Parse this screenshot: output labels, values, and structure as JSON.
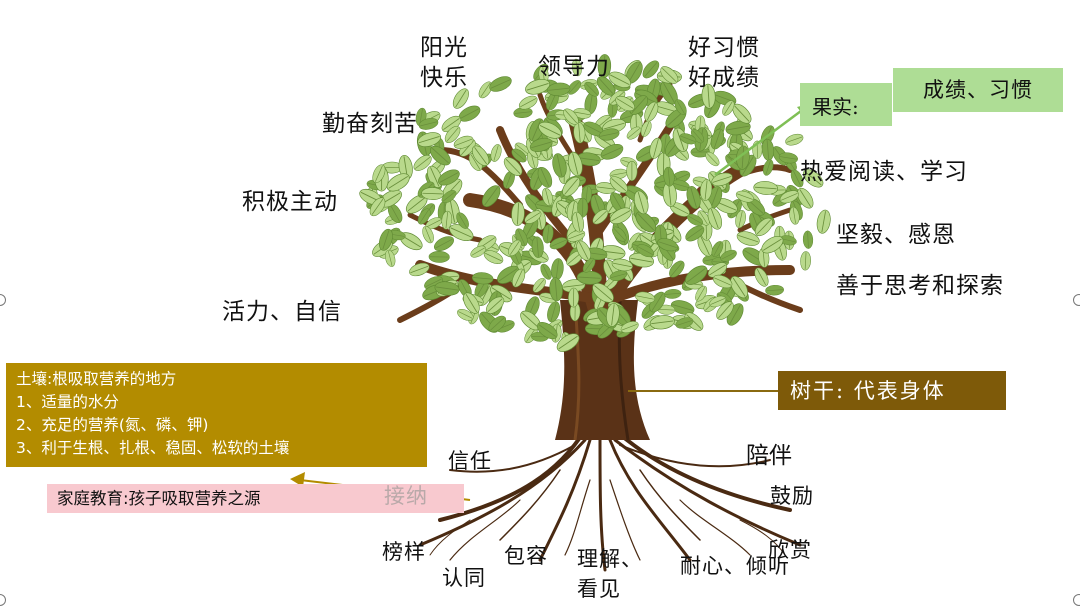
{
  "tree": {
    "canopy_labels": {
      "sunny": [
        "阳光",
        "快乐"
      ],
      "leadership": "领导力",
      "habits": [
        "好习惯",
        "好成绩"
      ],
      "diligent": "勤奋刻苦",
      "proactive": "积极主动",
      "vitality": "活力、自信",
      "reading": "热爱阅读、学习",
      "perseverance": "坚毅、感恩",
      "thinking": "善于思考和探索"
    },
    "fruit": {
      "label": "果实:",
      "value": "成绩、习惯"
    },
    "trunk": {
      "label": "树干: 代表身体"
    },
    "soil": {
      "lines": [
        "土壤:根吸取营养的地方",
        "1、适量的水分",
        "2、充足的营养(氮、磷、钾)",
        "3、利于生根、扎根、稳固、松软的土壤"
      ]
    },
    "family": {
      "label": "家庭教育:孩子吸取营养之源"
    },
    "root_labels": {
      "trust": "信任",
      "accept": "接纳",
      "company": "陪伴",
      "encourage": "鼓励",
      "appreciate": "欣赏",
      "role_model": "榜样",
      "recognize": "认同",
      "tolerance": "包容",
      "understand": [
        "理解、",
        "看见"
      ],
      "patience": "耐心、倾听"
    }
  },
  "colors": {
    "leaf_light": "#b9d98c",
    "leaf_dark": "#7ea94a",
    "trunk": "#5a3217",
    "soil_box": "#b38c00",
    "trunk_box": "#7e5a09",
    "fruit_box": "#aedd95",
    "family_box": "#f8c9cf"
  }
}
